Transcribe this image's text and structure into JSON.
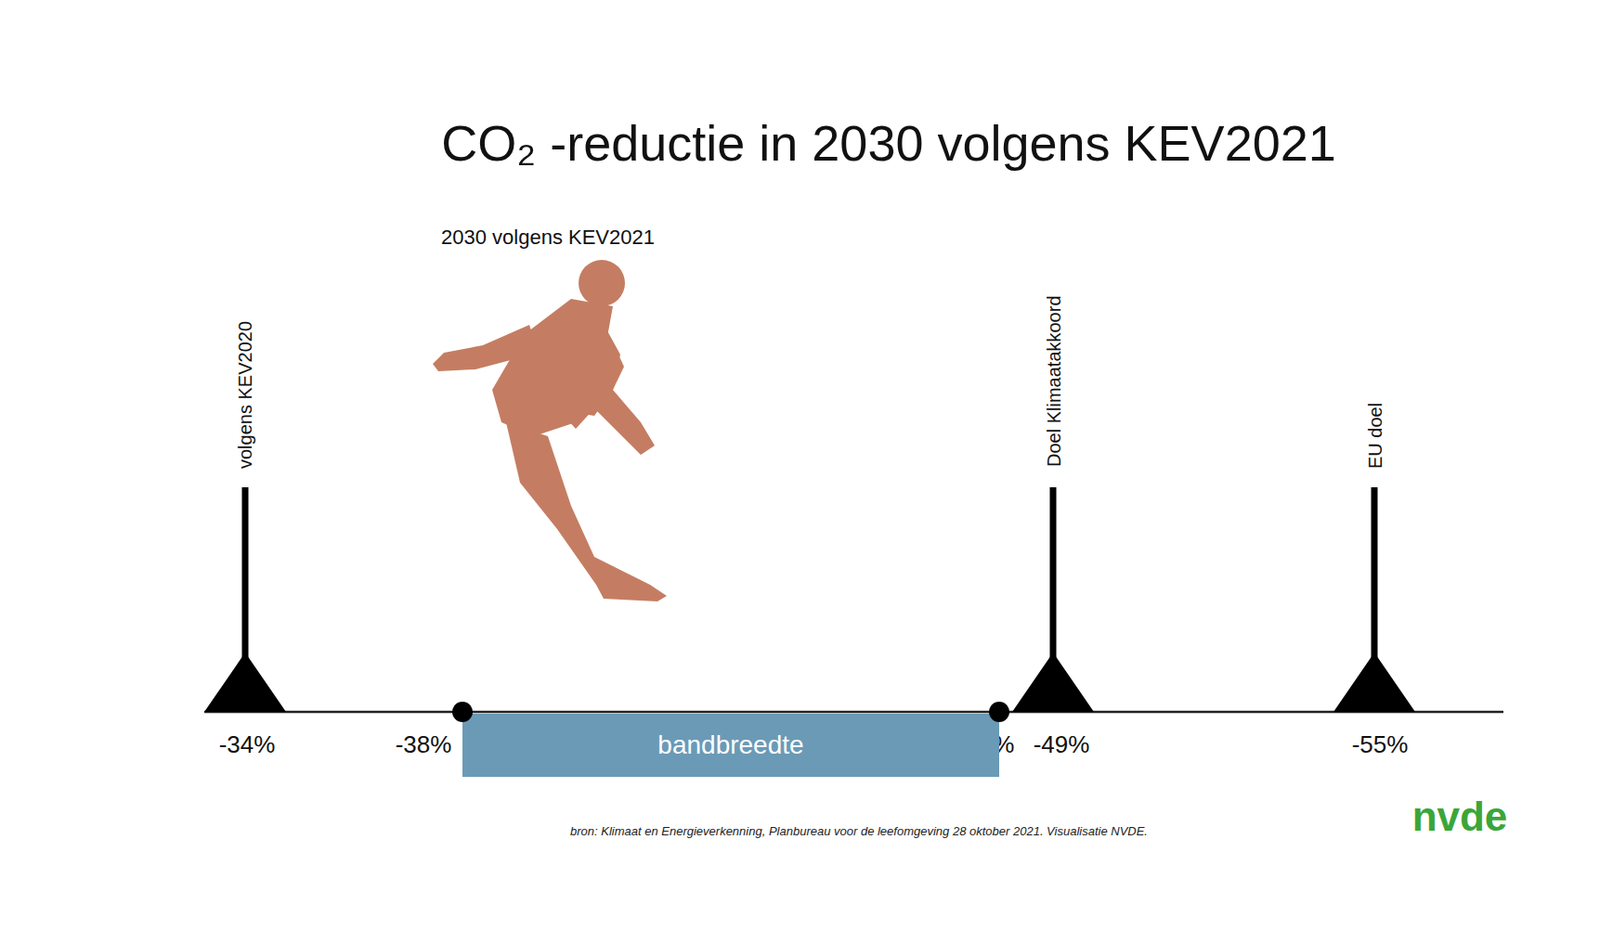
{
  "diagram": {
    "title": "CO₂ -reductie in 2030 volgens KEV2021",
    "caption": "bron: Klimaat en Energieverkenning, Planbureau voor de leefomgeving 28 oktober 2021. Visualisatie NVDE.",
    "nodes": [
      {
        "text": [
          "bandbreedte"
        ]
      }
    ],
    "labels": [
      "2030 volgens KEV2021",
      "volgens KEV2020",
      "Doel Klimaatakkoord",
      "EU doel",
      "-34%",
      "-38%",
      "-48%",
      "-49%",
      "-55%",
      "nvde"
    ]
  }
}
